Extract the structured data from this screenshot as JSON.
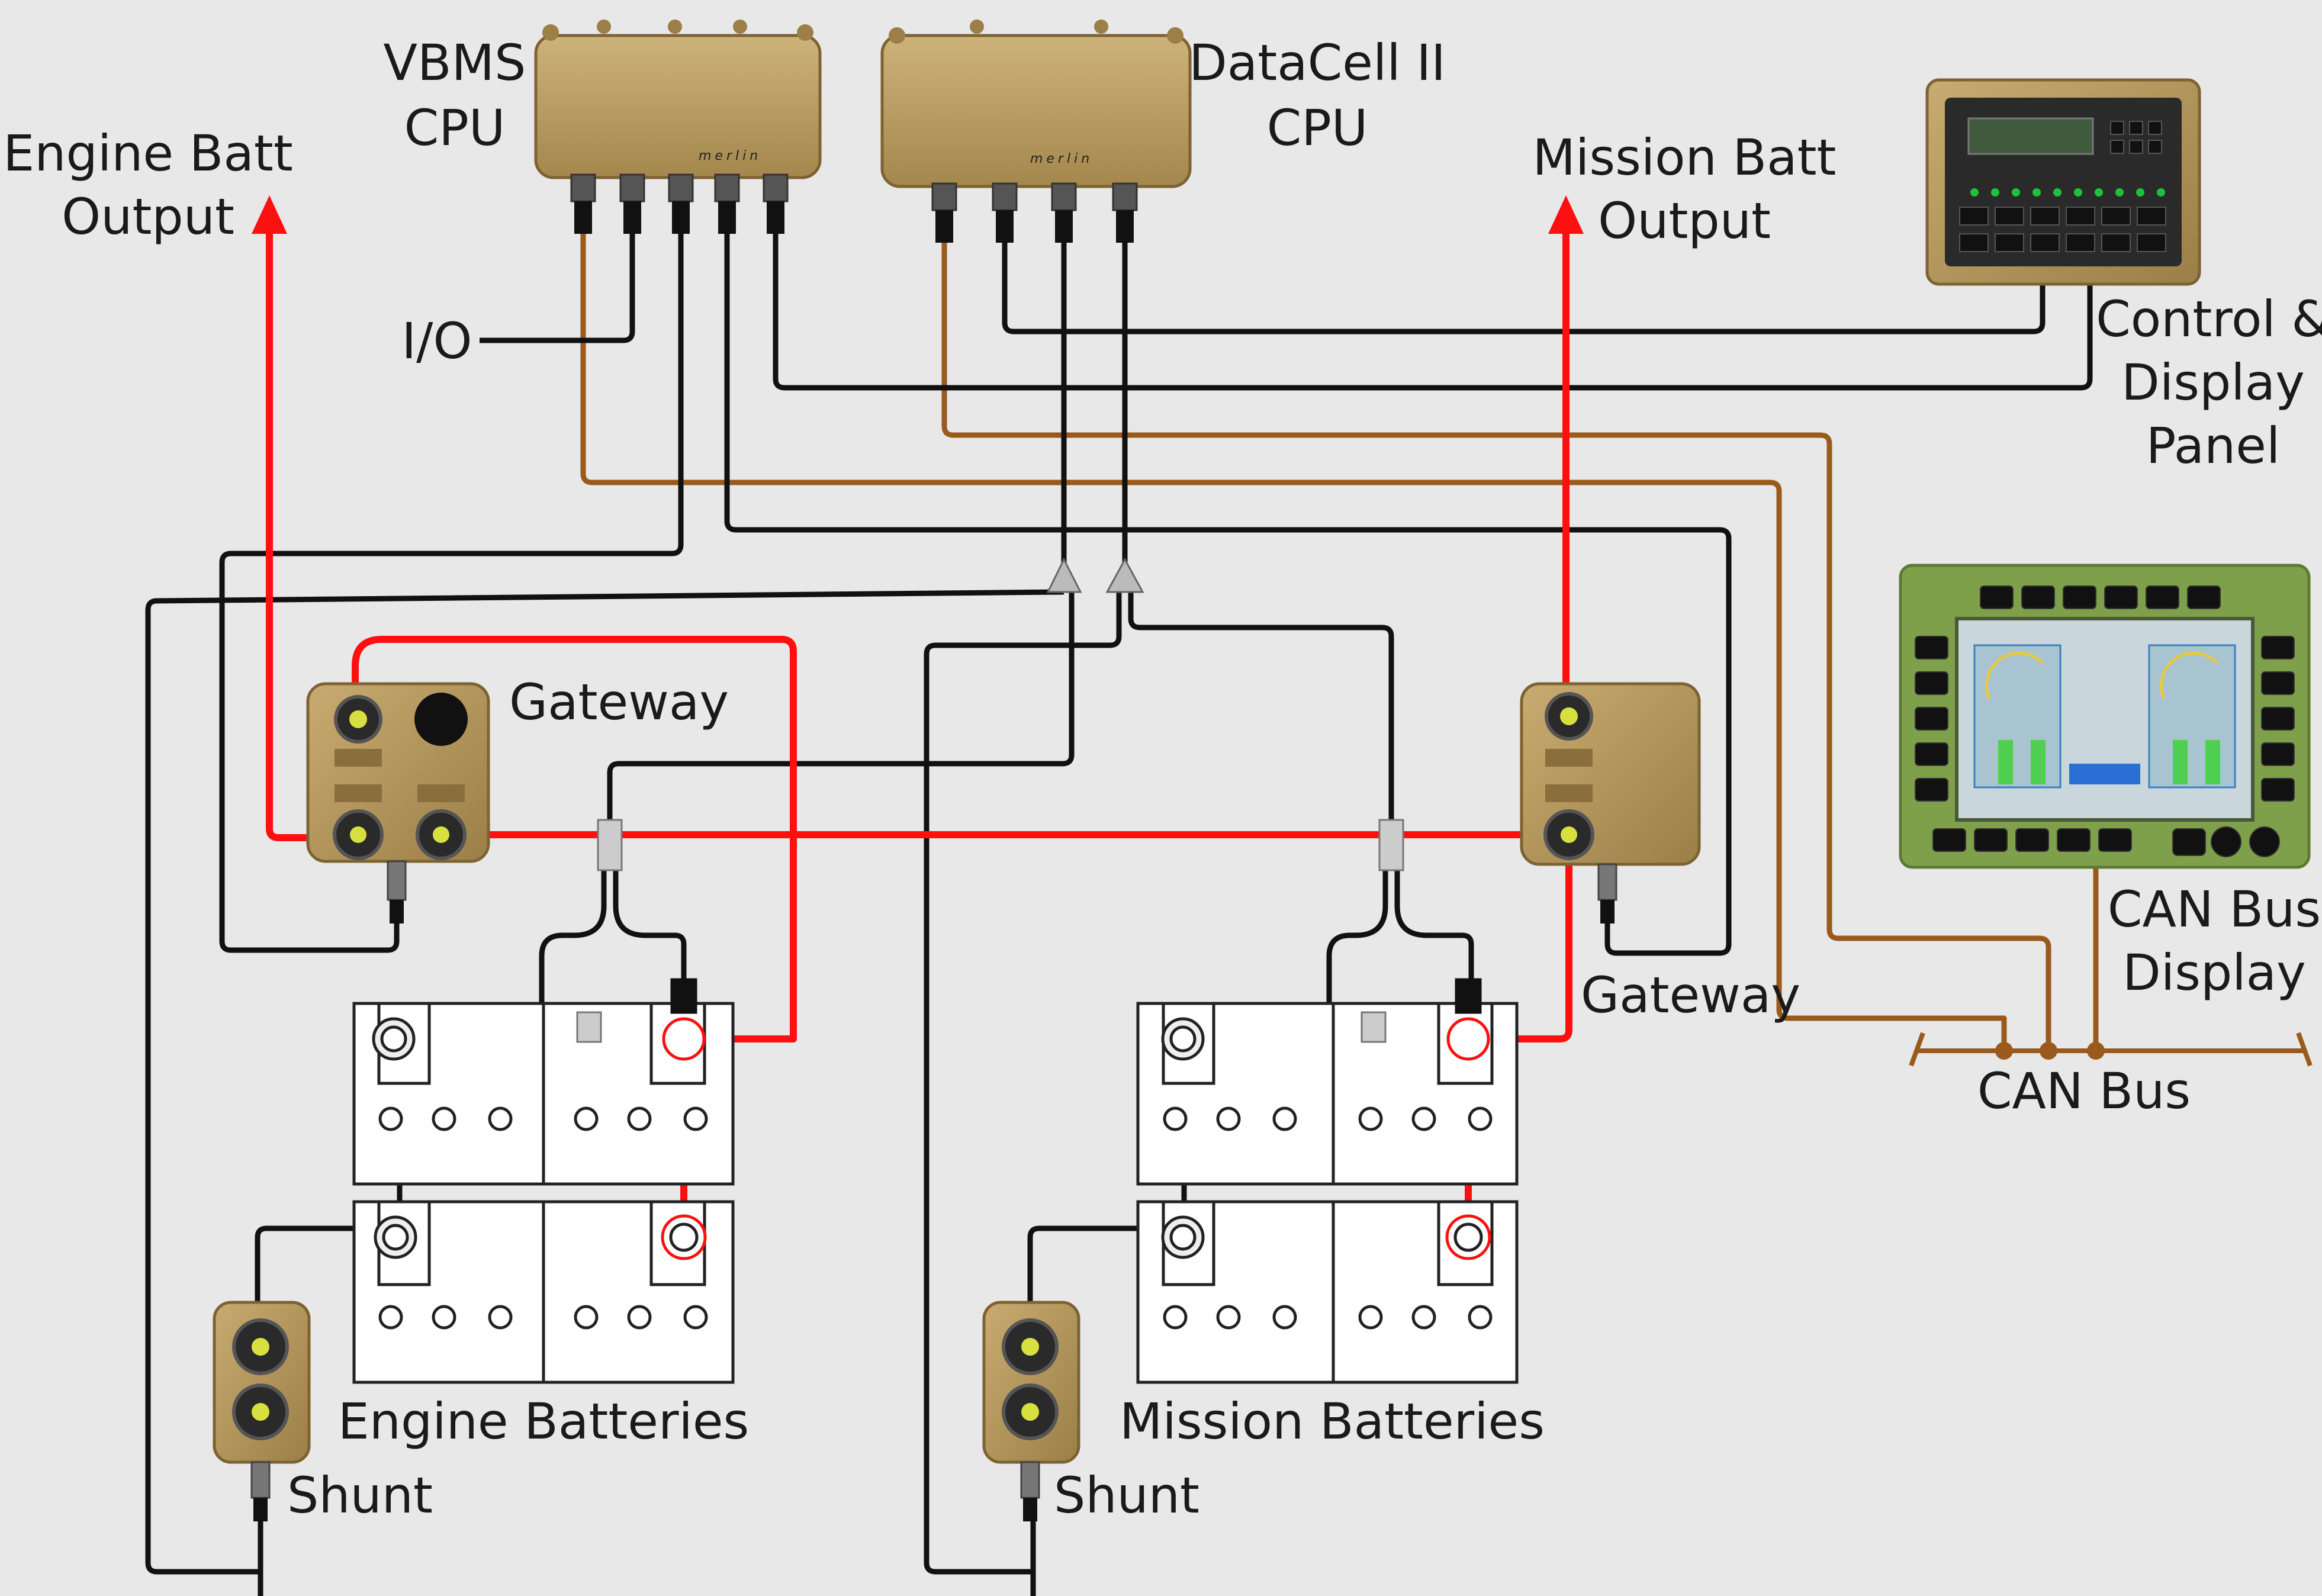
{
  "labels": {
    "vbms_cpu": [
      "VBMS",
      "CPU"
    ],
    "datacell_cpu": [
      "DataCell II",
      "CPU"
    ],
    "engine_output": [
      "Engine Batt",
      "Output"
    ],
    "mission_output": [
      "Mission Batt",
      "Output"
    ],
    "control_panel": [
      "Control &",
      "Display",
      "Panel"
    ],
    "io": "I/O",
    "gateway_left": "Gateway",
    "gateway_right": "Gateway",
    "can_bus_display": [
      "CAN Bus",
      "Display"
    ],
    "can_bus": "CAN Bus",
    "engine_batteries": "Engine Batteries",
    "mission_batteries": "Mission Batteries",
    "shunt_left": "Shunt",
    "shunt_right": "Shunt"
  },
  "colors": {
    "background": "#e8e8e8",
    "power_wire": "#ff0000",
    "signal_wire": "#111111",
    "can_wire": "#9a5a1c",
    "device_body": "#b89a5e",
    "display_body": "#7ea04a"
  }
}
